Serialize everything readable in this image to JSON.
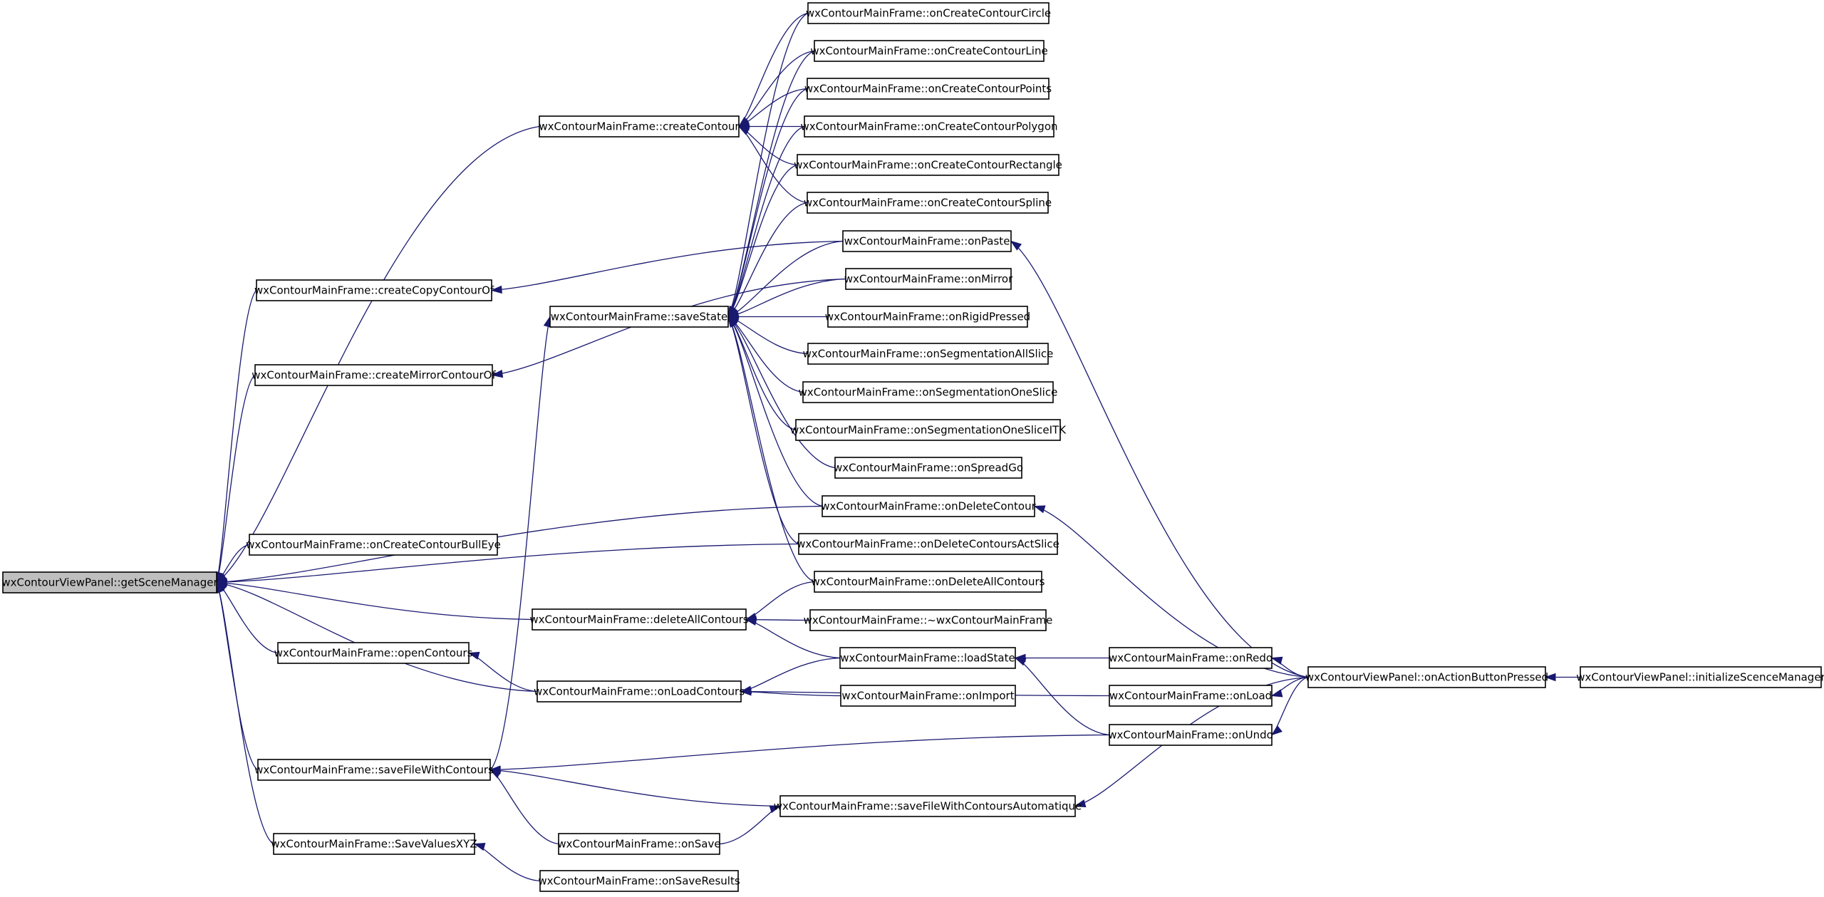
{
  "diagram": {
    "nodes": [
      {
        "id": "getSceneManager",
        "label": "wxContourViewPanel::getSceneManager",
        "highlight": true
      },
      {
        "id": "createContour",
        "label": "wxContourMainFrame::createContour"
      },
      {
        "id": "createCopyContourOf",
        "label": "wxContourMainFrame::createCopyContourOf"
      },
      {
        "id": "createMirrorContourOf",
        "label": "wxContourMainFrame::createMirrorContourOf"
      },
      {
        "id": "onCreateContourBullEye",
        "label": "wxContourMainFrame::onCreateContourBullEye"
      },
      {
        "id": "openContours",
        "label": "wxContourMainFrame::openContours"
      },
      {
        "id": "saveFileWithContours",
        "label": "wxContourMainFrame::saveFileWithContours"
      },
      {
        "id": "SaveValuesXYZ",
        "label": "wxContourMainFrame::SaveValuesXYZ"
      },
      {
        "id": "saveState",
        "label": "wxContourMainFrame::saveState"
      },
      {
        "id": "deleteAllContours",
        "label": "wxContourMainFrame::deleteAllContours"
      },
      {
        "id": "onLoadContours",
        "label": "wxContourMainFrame::onLoadContours"
      },
      {
        "id": "onSave",
        "label": "wxContourMainFrame::onSave"
      },
      {
        "id": "onSaveResults",
        "label": "wxContourMainFrame::onSaveResults"
      },
      {
        "id": "onCreateContourCircle",
        "label": "wxContourMainFrame::onCreateContourCircle"
      },
      {
        "id": "onCreateContourLine",
        "label": "wxContourMainFrame::onCreateContourLine"
      },
      {
        "id": "onCreateContourPoints",
        "label": "wxContourMainFrame::onCreateContourPoints"
      },
      {
        "id": "onCreateContourPolygon",
        "label": "wxContourMainFrame::onCreateContourPolygon"
      },
      {
        "id": "onCreateContourRectangle",
        "label": "wxContourMainFrame::onCreateContourRectangle"
      },
      {
        "id": "onCreateContourSpline",
        "label": "wxContourMainFrame::onCreateContourSpline"
      },
      {
        "id": "onPaste",
        "label": "wxContourMainFrame::onPaste"
      },
      {
        "id": "onMirror",
        "label": "wxContourMainFrame::onMirror"
      },
      {
        "id": "onRigidPressed",
        "label": "wxContourMainFrame::onRigidPressed"
      },
      {
        "id": "onSegmentationAllSlice",
        "label": "wxContourMainFrame::onSegmentationAllSlice"
      },
      {
        "id": "onSegmentationOneSlice",
        "label": "wxContourMainFrame::onSegmentationOneSlice"
      },
      {
        "id": "onSegmentationOneSliceITK",
        "label": "wxContourMainFrame::onSegmentationOneSliceITK"
      },
      {
        "id": "onSpreadGo",
        "label": "wxContourMainFrame::onSpreadGo"
      },
      {
        "id": "onDeleteContour",
        "label": "wxContourMainFrame::onDeleteContour"
      },
      {
        "id": "onDeleteContoursActSlice",
        "label": "wxContourMainFrame::onDeleteContoursActSlice"
      },
      {
        "id": "onDeleteAllContours",
        "label": "wxContourMainFrame::onDeleteAllContours"
      },
      {
        "id": "destructor",
        "label": "wxContourMainFrame::~wxContourMainFrame"
      },
      {
        "id": "loadState",
        "label": "wxContourMainFrame::loadState"
      },
      {
        "id": "onImport",
        "label": "wxContourMainFrame::onImport"
      },
      {
        "id": "saveFileWithContoursAutomatique",
        "label": "wxContourMainFrame::saveFileWithContoursAutomatique"
      },
      {
        "id": "onRedo",
        "label": "wxContourMainFrame::onRedo"
      },
      {
        "id": "onLoad",
        "label": "wxContourMainFrame::onLoad"
      },
      {
        "id": "onUndo",
        "label": "wxContourMainFrame::onUndo"
      },
      {
        "id": "onActionButtonPressed",
        "label": "wxContourViewPanel::onActionButtonPressed"
      },
      {
        "id": "initializeScenceManager",
        "label": "wxContourViewPanel::initializeScenceManager"
      }
    ],
    "edges": [
      {
        "from": "createContour",
        "to": "getSceneManager"
      },
      {
        "from": "createCopyContourOf",
        "to": "getSceneManager"
      },
      {
        "from": "createMirrorContourOf",
        "to": "getSceneManager"
      },
      {
        "from": "onCreateContourBullEye",
        "to": "getSceneManager"
      },
      {
        "from": "onDeleteContour",
        "to": "getSceneManager"
      },
      {
        "from": "onDeleteContoursActSlice",
        "to": "getSceneManager"
      },
      {
        "from": "deleteAllContours",
        "to": "getSceneManager"
      },
      {
        "from": "openContours",
        "to": "getSceneManager"
      },
      {
        "from": "onLoadContours",
        "to": "getSceneManager"
      },
      {
        "from": "saveFileWithContours",
        "to": "getSceneManager"
      },
      {
        "from": "SaveValuesXYZ",
        "to": "getSceneManager"
      },
      {
        "from": "onCreateContourCircle",
        "to": "createContour"
      },
      {
        "from": "onCreateContourLine",
        "to": "createContour"
      },
      {
        "from": "onCreateContourPoints",
        "to": "createContour"
      },
      {
        "from": "onCreateContourPolygon",
        "to": "createContour"
      },
      {
        "from": "onCreateContourRectangle",
        "to": "createContour"
      },
      {
        "from": "onCreateContourSpline",
        "to": "createContour"
      },
      {
        "from": "onPaste",
        "to": "createCopyContourOf"
      },
      {
        "from": "onMirror",
        "to": "createMirrorContourOf"
      },
      {
        "from": "onCreateContourCircle",
        "to": "saveState"
      },
      {
        "from": "onCreateContourLine",
        "to": "saveState"
      },
      {
        "from": "onCreateContourPoints",
        "to": "saveState"
      },
      {
        "from": "onCreateContourPolygon",
        "to": "saveState"
      },
      {
        "from": "onCreateContourRectangle",
        "to": "saveState"
      },
      {
        "from": "onCreateContourSpline",
        "to": "saveState"
      },
      {
        "from": "onPaste",
        "to": "saveState"
      },
      {
        "from": "onMirror",
        "to": "saveState"
      },
      {
        "from": "onRigidPressed",
        "to": "saveState"
      },
      {
        "from": "onSegmentationAllSlice",
        "to": "saveState"
      },
      {
        "from": "onSegmentationOneSlice",
        "to": "saveState"
      },
      {
        "from": "onSegmentationOneSliceITK",
        "to": "saveState"
      },
      {
        "from": "onSpreadGo",
        "to": "saveState"
      },
      {
        "from": "onDeleteContour",
        "to": "saveState"
      },
      {
        "from": "onDeleteContoursActSlice",
        "to": "saveState"
      },
      {
        "from": "onDeleteAllContours",
        "to": "saveState"
      },
      {
        "from": "saveFileWithContours",
        "to": "saveState"
      },
      {
        "from": "onDeleteAllContours",
        "to": "deleteAllContours"
      },
      {
        "from": "destructor",
        "to": "deleteAllContours"
      },
      {
        "from": "loadState",
        "to": "deleteAllContours"
      },
      {
        "from": "onLoadContours",
        "to": "openContours"
      },
      {
        "from": "loadState",
        "to": "onLoadContours"
      },
      {
        "from": "onImport",
        "to": "onLoadContours"
      },
      {
        "from": "onLoad",
        "to": "onLoadContours"
      },
      {
        "from": "onRedo",
        "to": "loadState"
      },
      {
        "from": "onUndo",
        "to": "loadState"
      },
      {
        "from": "onUndo",
        "to": "saveFileWithContours"
      },
      {
        "from": "saveFileWithContoursAutomatique",
        "to": "saveFileWithContours"
      },
      {
        "from": "onSave",
        "to": "saveFileWithContours"
      },
      {
        "from": "onSave",
        "to": "saveFileWithContoursAutomatique"
      },
      {
        "from": "onSaveResults",
        "to": "SaveValuesXYZ"
      },
      {
        "from": "onActionButtonPressed",
        "to": "onPaste"
      },
      {
        "from": "onActionButtonPressed",
        "to": "onDeleteContour"
      },
      {
        "from": "onActionButtonPressed",
        "to": "onRedo"
      },
      {
        "from": "onActionButtonPressed",
        "to": "onLoad"
      },
      {
        "from": "onActionButtonPressed",
        "to": "onUndo"
      },
      {
        "from": "onActionButtonPressed",
        "to": "saveFileWithContoursAutomatique"
      },
      {
        "from": "initializeScenceManager",
        "to": "onActionButtonPressed"
      }
    ]
  }
}
